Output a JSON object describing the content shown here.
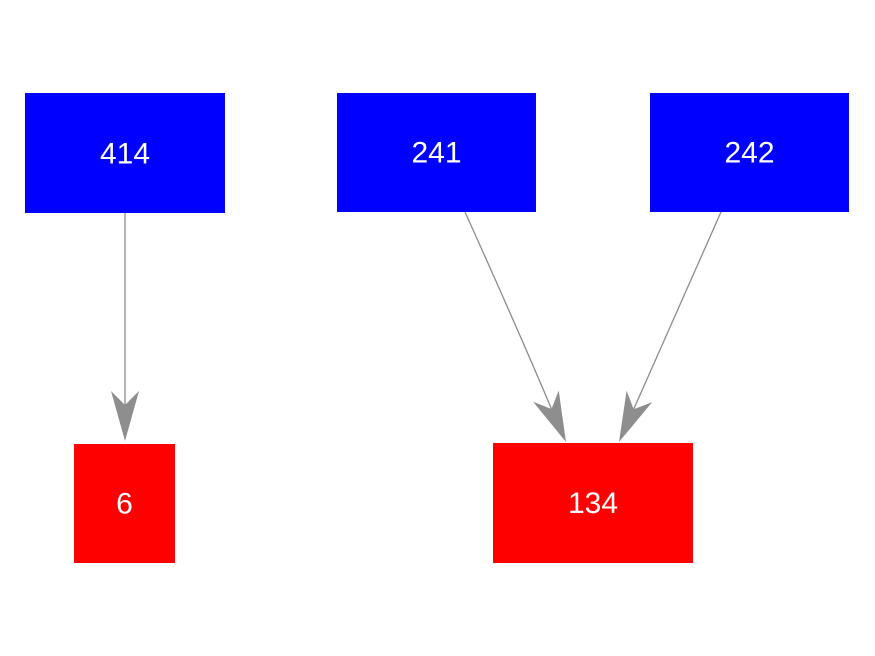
{
  "diagram": {
    "type": "directed-graph",
    "background_color": "#ffffff",
    "edge_color": "#8c8c8c",
    "arrowhead_color": "#8e8e8e",
    "node_text_color": "#ffffff",
    "source_node_color": "#0000ff",
    "target_node_color": "#ff0000",
    "nodes": [
      {
        "label": "414",
        "color": "#0000ff",
        "text_color": "#ffffff",
        "kind": "source"
      },
      {
        "label": "241",
        "color": "#0000ff",
        "text_color": "#ffffff",
        "kind": "source"
      },
      {
        "label": "242",
        "color": "#0000ff",
        "text_color": "#ffffff",
        "kind": "source"
      },
      {
        "label": "6",
        "color": "#ff0000",
        "text_color": "#ffffff",
        "kind": "target"
      },
      {
        "label": "134",
        "color": "#ff0000",
        "text_color": "#ffffff",
        "kind": "target"
      }
    ],
    "edges": [
      {
        "from": "414",
        "to": "6"
      },
      {
        "from": "241",
        "to": "134"
      },
      {
        "from": "242",
        "to": "134"
      }
    ]
  }
}
